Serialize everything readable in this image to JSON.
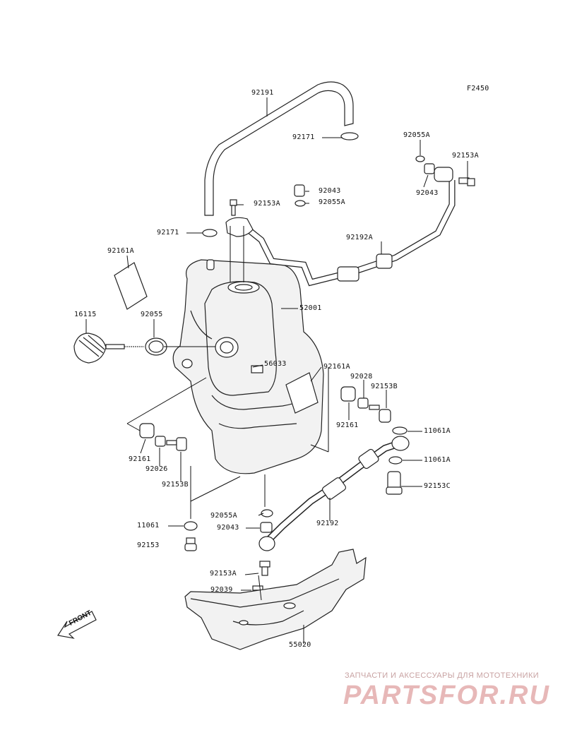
{
  "figure_code": "F2450",
  "parts": [
    {
      "id": "92191"
    },
    {
      "id": "92171"
    },
    {
      "id": "92055A"
    },
    {
      "id": "92153A"
    },
    {
      "id": "92043"
    },
    {
      "id": "92153A"
    },
    {
      "id": "92055A"
    },
    {
      "id": "92043"
    },
    {
      "id": "92171"
    },
    {
      "id": "92192A"
    },
    {
      "id": "92161A"
    },
    {
      "id": "16115"
    },
    {
      "id": "92055"
    },
    {
      "id": "52001"
    },
    {
      "id": "56033"
    },
    {
      "id": "92161A"
    },
    {
      "id": "92028"
    },
    {
      "id": "92153B"
    },
    {
      "id": "92161"
    },
    {
      "id": "11061A"
    },
    {
      "id": "11061A"
    },
    {
      "id": "92153C"
    },
    {
      "id": "92161"
    },
    {
      "id": "92026"
    },
    {
      "id": "92153B"
    },
    {
      "id": "92055A"
    },
    {
      "id": "92043"
    },
    {
      "id": "92192"
    },
    {
      "id": "11061"
    },
    {
      "id": "92153"
    },
    {
      "id": "92153A"
    },
    {
      "id": "92039"
    },
    {
      "id": "55020"
    }
  ],
  "front_label": "FRONT",
  "watermark": {
    "line1": "ЗАПЧАСТИ И АКСЕССУАРЫ ДЛЯ МОТОТЕХНИКИ",
    "logo": "PARTSFOR.RU"
  }
}
